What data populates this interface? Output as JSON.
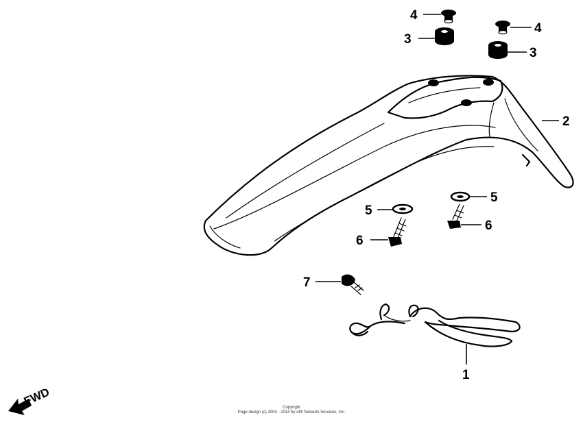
{
  "diagram": {
    "callouts": {
      "c1": "1",
      "c2": "2",
      "c3a": "3",
      "c3b": "3",
      "c4a": "4",
      "c4b": "4",
      "c5a": "5",
      "c5b": "5",
      "c6a": "6",
      "c6b": "6",
      "c7": "7"
    },
    "direction_label": "FWD"
  },
  "footer": {
    "line1": "Copyright",
    "line2": "Page design (c) 2004 - 2014 by ARI Network Services, Inc."
  }
}
